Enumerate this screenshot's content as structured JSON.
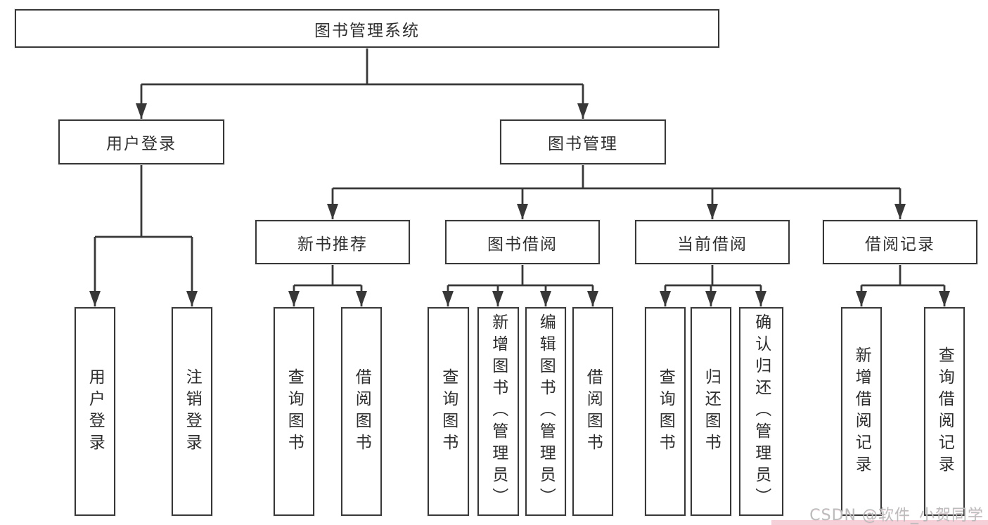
{
  "nodes": {
    "root": "图书管理系统",
    "user_login": "用户登录",
    "book_mgmt": "图书管理",
    "new_books": "新书推荐",
    "book_borrow": "图书借阅",
    "current_borrow": "当前借阅",
    "borrow_records": "借阅记录",
    "ul_user_login": "用户登录",
    "ul_logout": "注销登录",
    "nb_query_book": "查询图书",
    "nb_borrow_book": "借阅图书",
    "bb_query_book": "查询图书",
    "bb_add_book": "新增图书（管理员）",
    "bb_edit_book": "编辑图书（管理员）",
    "bb_borrow_book": "借阅图书",
    "cb_query_book": "查询图书",
    "cb_return_book": "归还图书",
    "cb_confirm_return": "确认归还（管理员）",
    "br_add_record": "新增借阅记录",
    "br_query_record": "查询借阅记录"
  },
  "watermark": "CSDN @软件_小贺同学",
  "colors": {
    "line": "#383838",
    "border": "#383838",
    "text": "#2e2e2e",
    "watermark": "#bcbcbc",
    "background": "#ffffff"
  }
}
